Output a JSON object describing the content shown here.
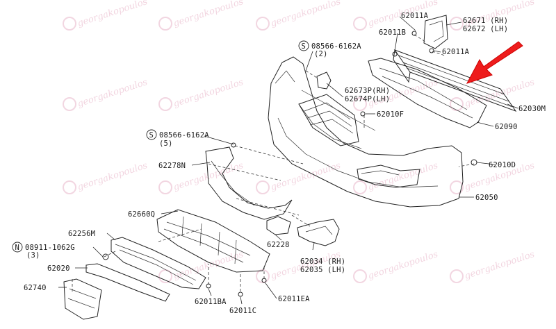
{
  "watermark": {
    "text": "georgakopoulos",
    "color": "#e8b4c8"
  },
  "labels": {
    "l62011A_top": "62011A",
    "l62671": "62671 (RH)",
    "l62672": "62672 (LH)",
    "l62011B": "62011B",
    "l62011A_mid": "62011A",
    "l08566_top": "08566-6162A",
    "l08566_top_qty": "(2)",
    "l62673": "62673P(RH)",
    "l62674": "62674P(LH)",
    "l62030M": "62030M",
    "l62010F": "62010F",
    "l62090": "62090",
    "l08566_mid": "08566-6162A",
    "l08566_mid_qty": "(5)",
    "l62278N": "62278N",
    "l62010D": "62010D",
    "l62050": "62050",
    "l62660Q": "62660Q",
    "l62256M": "62256M",
    "l08911": "08911-1062G",
    "l08911_qty": "(3)",
    "l62228": "62228",
    "l62034": "62034 (RH)",
    "l62035": "62035 (LH)",
    "l62020": "62020",
    "l62740": "62740",
    "l62011BA": "62011BA",
    "l62011C": "62011C",
    "l62011EA": "62011EA",
    "circle_S": "S",
    "circle_N": "N"
  }
}
